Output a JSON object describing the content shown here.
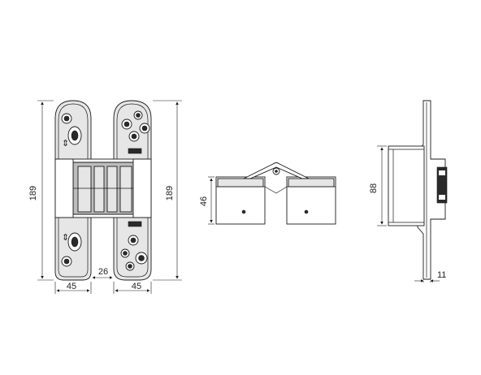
{
  "diagram": {
    "front_view": {
      "height_left": "189",
      "height_right": "189",
      "width_left": "45",
      "gap": "26",
      "width_right": "45"
    },
    "top_view": {
      "depth": "46"
    },
    "side_view": {
      "body_height": "88",
      "flange_thickness": "11"
    }
  }
}
